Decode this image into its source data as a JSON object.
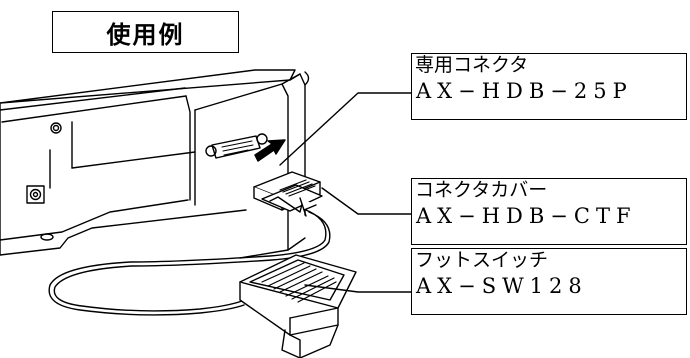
{
  "title": "使用例",
  "callouts": [
    {
      "name": "専用コネクタ",
      "model": "AX−HDB−25P"
    },
    {
      "name": "コネクタカバー",
      "model": "AX−HDB−CTF"
    },
    {
      "name": "フットスイッチ",
      "model": "AX−SW128"
    }
  ],
  "colors": {
    "line": "#000000",
    "background": "#ffffff"
  }
}
